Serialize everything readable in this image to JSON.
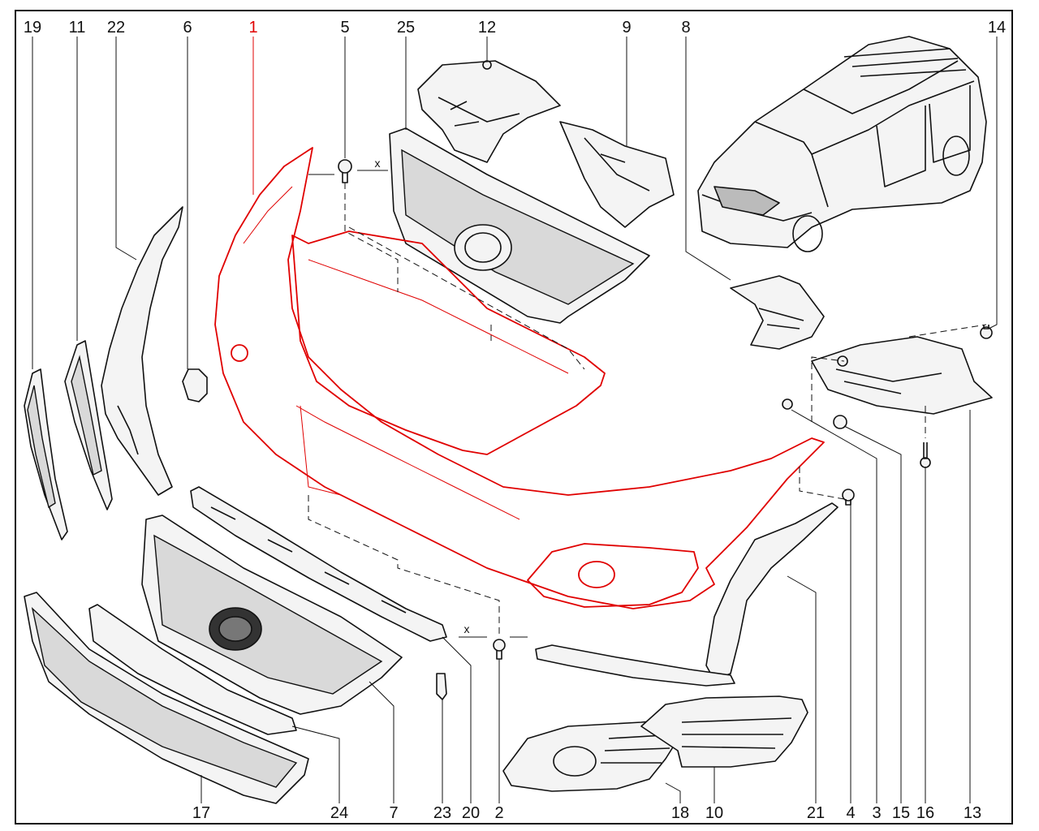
{
  "callouts_top": [
    "19",
    "11",
    "22",
    "6",
    "1",
    "5",
    "25",
    "12",
    "9",
    "8",
    "14"
  ],
  "callouts_bottom": [
    "17",
    "24",
    "7",
    "23",
    "20",
    "2",
    "18",
    "10",
    "21",
    "4",
    "3",
    "15",
    "16",
    "13"
  ],
  "x_marks": [
    "x",
    "x"
  ],
  "colors": {
    "highlight": "#e00000",
    "line": "#111111",
    "background": "#ffffff"
  }
}
